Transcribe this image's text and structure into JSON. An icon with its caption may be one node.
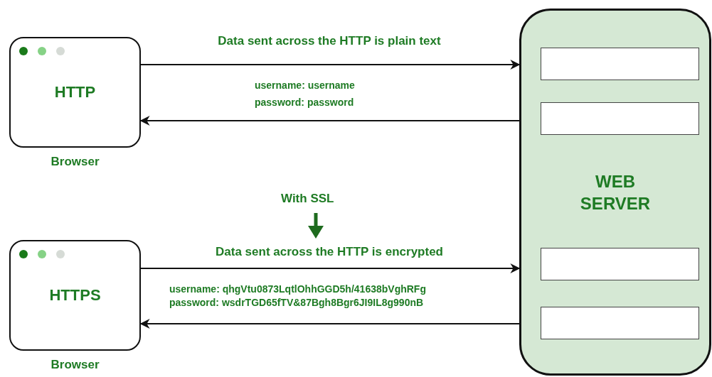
{
  "diagram": {
    "nodes": [
      {
        "text": [
          "HTTP"
        ],
        "beside": [
          "Browser"
        ]
      },
      {
        "text": [
          "HTTPS"
        ],
        "beside": [
          "Browser"
        ]
      },
      {
        "text": [
          "WEB SERVER"
        ]
      },
      {
        "text": [],
        "shape": "box",
        "in": 2
      },
      {
        "text": [],
        "shape": "box",
        "in": 2
      },
      {
        "text": [],
        "shape": "box",
        "in": 2
      },
      {
        "text": [],
        "shape": "box",
        "in": 2
      }
    ],
    "edges": [
      {
        "from": 0,
        "to": 2,
        "arrow": "to",
        "label": "Data sent across the HTTP is plain text"
      },
      {
        "from": 2,
        "to": 0,
        "arrow": "to"
      },
      {
        "from": 1,
        "to": 2,
        "arrow": "to",
        "label": "Data sent across the HTTP is encrypted"
      },
      {
        "from": 2,
        "to": 1,
        "arrow": "to"
      }
    ],
    "labels": [
      "username: username",
      "password: password",
      "With SSL",
      "username: qhgVtu0873LqtlOhhGGD5h/41638bVghRFg",
      "password: wsdrTGD65fTV&87Bgh8Bgr6JI9IL8g990nB"
    ]
  }
}
